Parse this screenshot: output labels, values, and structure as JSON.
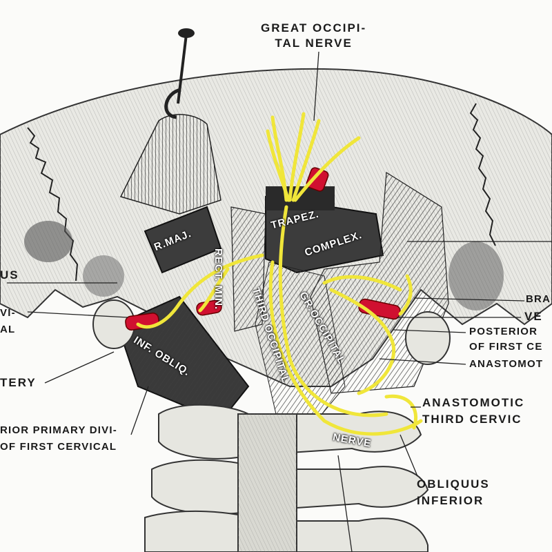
{
  "colors": {
    "nerve": "#f0e63a",
    "artery": "#d01030",
    "bone": "#e6e6e0",
    "muscle_dark": "#3c3c3c",
    "ink": "#1a1a1a"
  },
  "labels": {
    "great_occipital_nerve": "GREAT OCCIPI-\nTAL NERVE",
    "rectus_capitis_lateralis_partial": "US",
    "posterior_division_partial_left": "VI-\nAL",
    "vertebral_artery_partial": "TERY",
    "posterior_primary_division": "RIOR PRIMARY DIVI-\nOF FIRST CERVICAL",
    "brachial_partial": "BRA",
    "vertebral_partial": "VE",
    "posterior_first_cervical_partial": "POSTERIOR\nOF FIRST CE",
    "anastomotic_partial": "ANASTOMOT",
    "anastomotic_third_cervical": "ANASTOMOTIC\nTHIRD CERVIC",
    "obliquus_inferior": "OBLIQUUS\nINFERIOR"
  },
  "muscle_labels": {
    "rectus_major": "R.MAJ.",
    "rectus_minor": "RECT. MIN.",
    "trapezius": "TRAPEZ.",
    "complexus": "COMPLEX.",
    "third_occipital": "THIRD OCCIPITAL",
    "great_occipital": "GR.OCCIPITAL",
    "nerve": "NERVE",
    "inferior_obliquus": "INF. OBLIQ."
  }
}
